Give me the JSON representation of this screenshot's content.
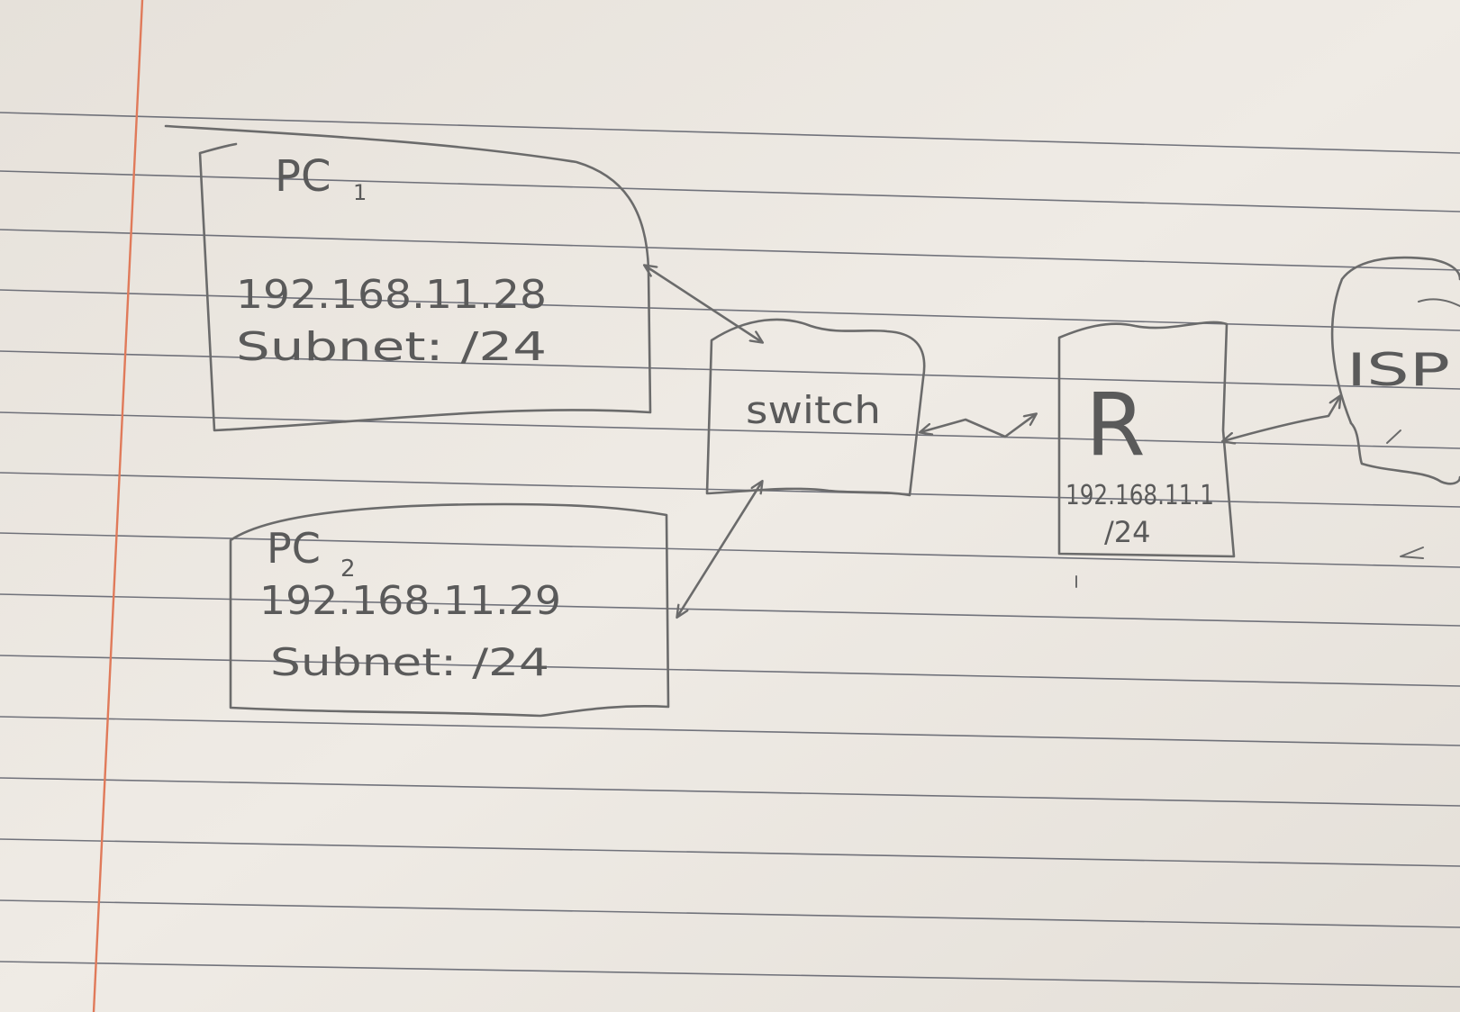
{
  "nodes": {
    "pc1": {
      "name": "PC",
      "subscript": "1",
      "ip": "192.168.11.28",
      "subnet": "Subnet: /24"
    },
    "pc2": {
      "name": "PC",
      "subscript": "2",
      "ip": "192.168.11.29",
      "subnet": "Subnet: /24"
    },
    "switch": {
      "name": "switch"
    },
    "router": {
      "name": "R",
      "ip": "192.168.11.1",
      "subnet": "/24"
    },
    "isp": {
      "name": "ISP"
    }
  },
  "links": [
    {
      "from": "pc1",
      "to": "switch"
    },
    {
      "from": "pc2",
      "to": "switch"
    },
    {
      "from": "switch",
      "to": "router"
    },
    {
      "from": "router",
      "to": "isp"
    }
  ],
  "colors": {
    "paper": "#ebe7e0",
    "rule_lines": "#3d4150",
    "margin_line": "#e07a5a",
    "pencil": "#6b6b6b"
  }
}
